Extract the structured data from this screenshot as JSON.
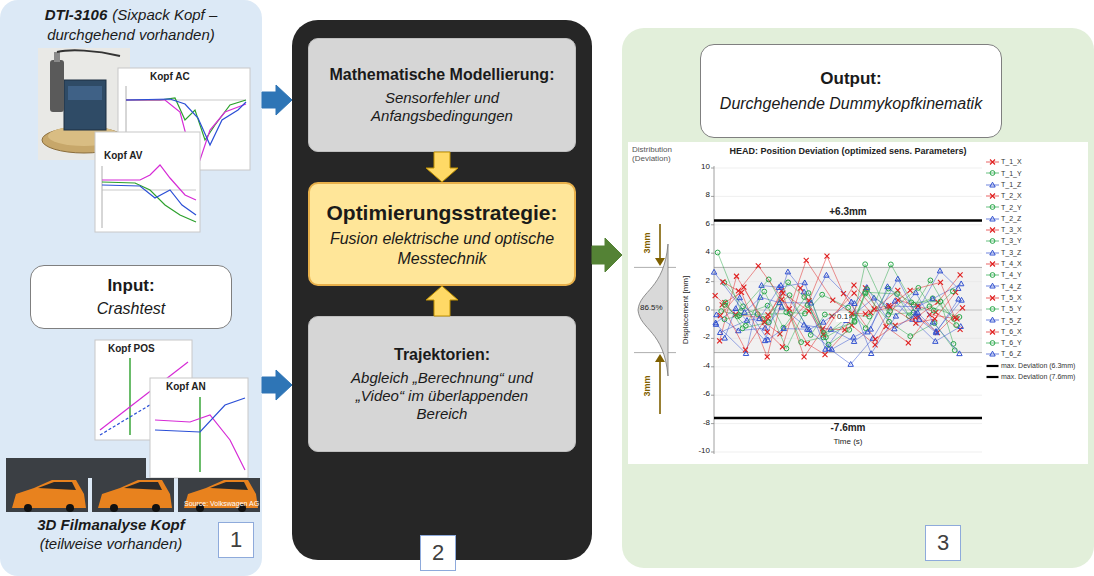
{
  "diagram": {
    "nodes": [
      {
        "text": [
          "DTI-3106",
          "(Sixpack Kopf – durchgehend vorhanden)",
          "3D Filmanalyse Kopf",
          "(teilweise vorhanden)"
        ]
      },
      {
        "text": [
          "Input:",
          "Crashtest"
        ],
        "in": 0
      },
      {
        "text": [
          "1"
        ],
        "in": 0
      },
      {
        "text": []
      },
      {
        "text": [
          "Mathematische Modellierung:",
          "Sensorfehler und Anfangsbedingungen"
        ],
        "in": 3
      },
      {
        "text": [
          "Optimierungsstrategie:",
          "Fusion elektrische und optische Messtechnik"
        ],
        "in": 3
      },
      {
        "text": [
          "Trajektorien:",
          "Abgleich „Berechnung“ und „Video“ im überlappenden Bereich"
        ],
        "in": 3
      },
      {
        "text": [
          "2"
        ],
        "in": 3
      },
      {
        "text": []
      },
      {
        "text": [
          "Output:",
          "Durchgehende Dummykopfkinematik"
        ],
        "in": 8
      },
      {
        "text": [
          "3"
        ],
        "in": 8
      }
    ],
    "edges": [
      {
        "from": 0,
        "to": 3,
        "arrow": "to"
      },
      {
        "from": 0,
        "to": 3,
        "arrow": "to"
      },
      {
        "from": 4,
        "to": 5,
        "arrow": "to"
      },
      {
        "from": 6,
        "to": 5,
        "arrow": "to"
      },
      {
        "from": 3,
        "to": 8,
        "arrow": "to"
      }
    ],
    "labels": [
      "Kopf AC",
      "Kopf AV",
      "Kopf POS",
      "Kopf AN",
      "Source: Volkswagen AG",
      "Distribution (Deviation)",
      "HEAD: Position Deviation (optimized sens. Parameters)",
      "10",
      "8",
      "6",
      "4",
      "2",
      "0",
      "-2",
      "-4",
      "-6",
      "-8",
      "-10",
      "+6.3mm",
      "3mm",
      "86.5%",
      "0.1",
      "3mm",
      "-7.6mm",
      "Displacement [mm]",
      "Time (s)"
    ],
    "legend": [
      {
        "text": "T_1_X"
      },
      {
        "text": "T_1_Y"
      },
      {
        "text": "T_1_Z"
      },
      {
        "text": "T_2_X"
      },
      {
        "text": "T_2_Y"
      },
      {
        "text": "T_2_Z"
      },
      {
        "text": "T_3_X"
      },
      {
        "text": "T_3_Y"
      },
      {
        "text": "T_3_Z"
      },
      {
        "text": "T_4_X"
      },
      {
        "text": "T_4_Y"
      },
      {
        "text": "T_4_Z"
      },
      {
        "text": "T_5_X"
      },
      {
        "text": "T_5_Y"
      },
      {
        "text": "T_5_Z"
      },
      {
        "text": "T_6_X"
      },
      {
        "text": "T_6_Y"
      },
      {
        "text": "T_6_Z"
      },
      {
        "text": "max. Deviation (6.3mm)"
      },
      {
        "text": "max. Deviation (7.6mm)"
      }
    ]
  }
}
